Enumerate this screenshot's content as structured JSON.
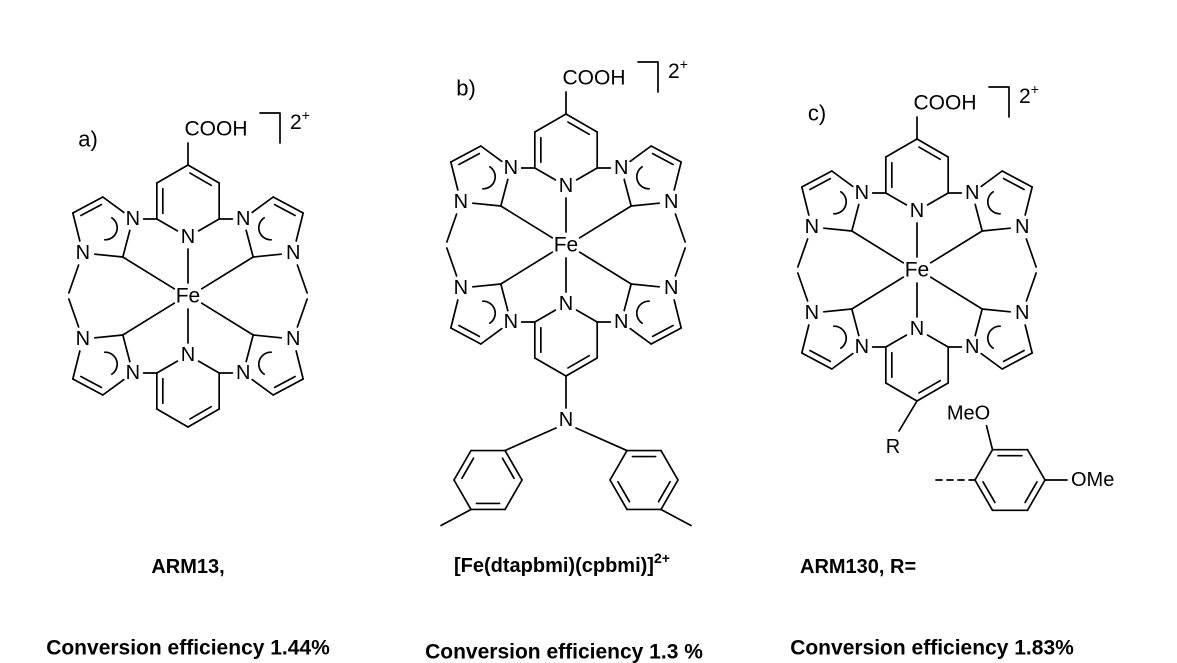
{
  "panels": {
    "a": {
      "label": "a)",
      "charge": "2",
      "charge_sign": "+",
      "cooh": "COOH",
      "metal": "Fe",
      "name": "ARM13,",
      "efficiency": "Conversion efficiency 1.44%"
    },
    "b": {
      "label": "b)",
      "charge": "2",
      "charge_sign": "+",
      "cooh": "COOH",
      "metal": "Fe",
      "amine": "N",
      "name": "[Fe(dtapbmi)(cpbmi)]",
      "name_sup": "2+",
      "efficiency": "Conversion efficiency 1.3 %"
    },
    "c": {
      "label": "c)",
      "charge": "2",
      "charge_sign": "+",
      "cooh": "COOH",
      "metal": "Fe",
      "r_group": "R",
      "name": "ARM130, R=",
      "meo": "MeO",
      "ome": "OMe",
      "efficiency": "Conversion efficiency 1.83%"
    }
  },
  "atoms": {
    "nitrogen": "N"
  }
}
